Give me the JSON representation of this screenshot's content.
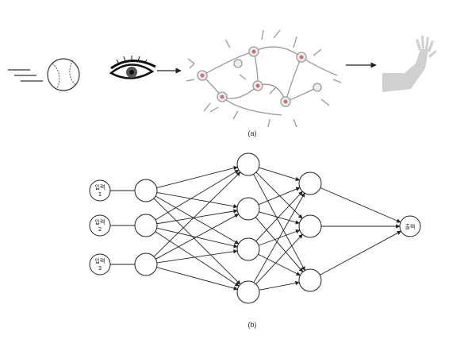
{
  "panel_a": {
    "caption": "(a)",
    "stages": [
      "baseball-icon",
      "eye-icon",
      "neuron-network-icon",
      "arm-icon"
    ]
  },
  "panel_b": {
    "caption": "(b)",
    "inputs": [
      {
        "line1": "입력",
        "line2": "1"
      },
      {
        "line1": "입력",
        "line2": "2"
      },
      {
        "line1": "입력",
        "line2": "3"
      }
    ],
    "output": "출력",
    "layers": [
      3,
      3,
      4,
      3,
      1
    ]
  },
  "colors": {
    "line": "#222222",
    "neuron_body": "#e8e8e8",
    "neuron_nucleus": "#e06a6a",
    "arm": "#cfcfcf"
  }
}
